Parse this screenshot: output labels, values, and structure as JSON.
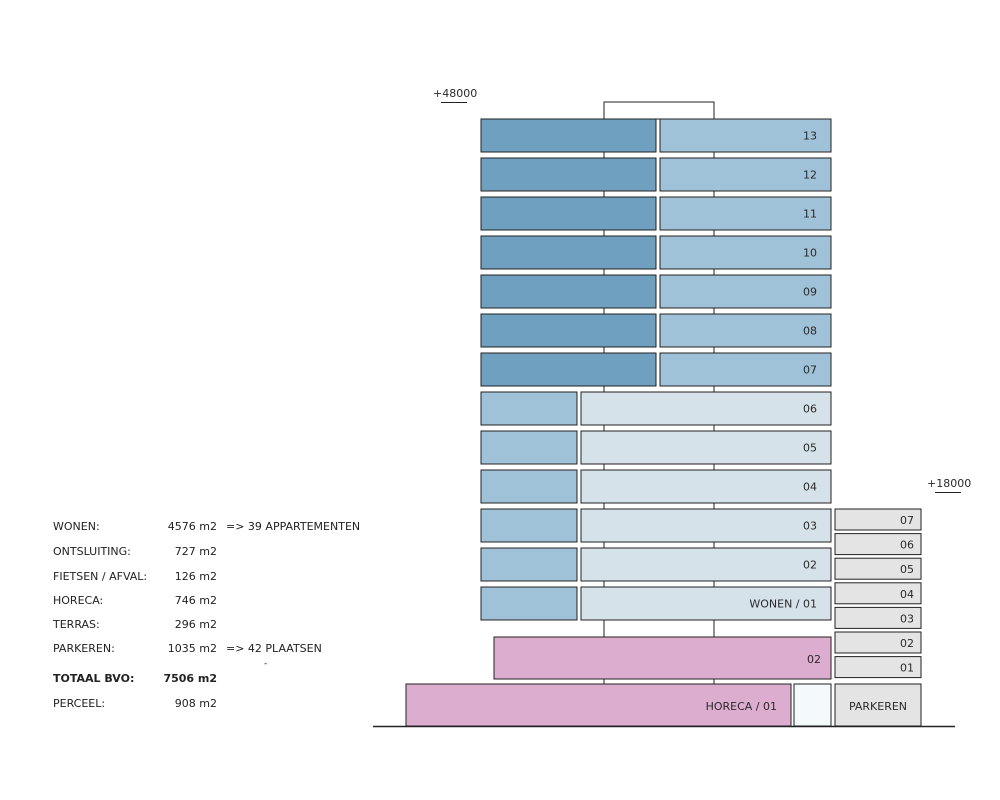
{
  "section": {
    "levels": {
      "top": "+48000",
      "right": "+18000"
    },
    "tower_floors": [
      {
        "label": "13",
        "type": "upper"
      },
      {
        "label": "12",
        "type": "upper"
      },
      {
        "label": "11",
        "type": "upper"
      },
      {
        "label": "10",
        "type": "upper"
      },
      {
        "label": "09",
        "type": "upper"
      },
      {
        "label": "08",
        "type": "upper"
      },
      {
        "label": "07",
        "type": "upper"
      },
      {
        "label": "06",
        "type": "lower"
      },
      {
        "label": "05",
        "type": "lower"
      },
      {
        "label": "04",
        "type": "lower"
      },
      {
        "label": "03",
        "type": "lower"
      },
      {
        "label": "02",
        "type": "lower"
      },
      {
        "label": "WONEN / 01",
        "type": "lower"
      }
    ],
    "horeca": {
      "upper_label": "02",
      "ground_label": "HORECA / 01"
    },
    "parking": {
      "decks": [
        "07",
        "06",
        "05",
        "04",
        "03",
        "02",
        "01"
      ],
      "ground_label": "PARKEREN"
    },
    "colors": {
      "apartment_dark": "#6fa0c0",
      "apartment_mid": "#a0c2d8",
      "apartment_light": "#d6e2ea",
      "horeca": "#ddadd0",
      "parking": "#e4e4e4",
      "entrance": "#f4f9fc",
      "outline": "#222222"
    }
  },
  "areas": {
    "rows": [
      {
        "label": "WONEN:",
        "value": "4576 m2",
        "note": "=>  39 APPARTEMENTEN"
      },
      {
        "label": "ONTSLUITING:",
        "value": "727 m2",
        "note": ""
      },
      {
        "label": "FIETSEN / AFVAL:",
        "value": "126 m2",
        "note": ""
      },
      {
        "label": "HORECA:",
        "value": "746 m2",
        "note": ""
      },
      {
        "label": "TERRAS:",
        "value": "296 m2",
        "note": ""
      },
      {
        "label": "PARKEREN:",
        "value": "1035 m2",
        "note": "=>  42 PLAATSEN"
      }
    ],
    "total_separator": "-",
    "total": {
      "label": "TOTAAL BVO:",
      "value": "7506 m2"
    },
    "plot": {
      "label": "PERCEEL:",
      "value": "908 m2"
    }
  }
}
